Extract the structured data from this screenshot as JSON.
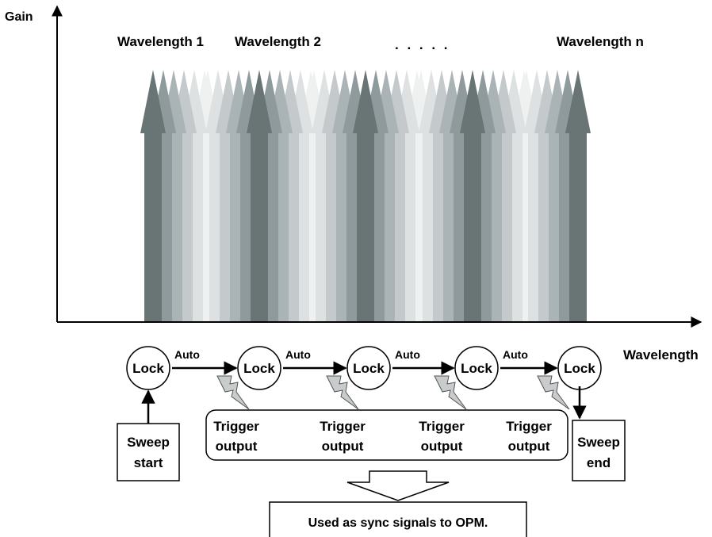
{
  "axes": {
    "y_label": "Gain",
    "x_label": "Wavelength"
  },
  "wavelength_labels": {
    "first": "Wavelength 1",
    "second": "Wavelength 2",
    "ellipsis": ". . . . .",
    "last": "Wavelength n"
  },
  "lock_label": "Lock",
  "auto_label": "Auto",
  "trigger_label": [
    "Trigger",
    "output"
  ],
  "sweep_start": [
    "Sweep",
    "start"
  ],
  "sweep_end": [
    "Sweep",
    "end"
  ],
  "sync_note": "Used as sync signals to OPM.",
  "colors": {
    "dark_arrow": "#697575",
    "shade_1": "#8f9a9c",
    "shade_2": "#aab3b6",
    "shade_3": "#c4cacc",
    "shade_4": "#dde1e2",
    "shade_5": "#eff1f1",
    "bolt": "#c8cccd"
  }
}
